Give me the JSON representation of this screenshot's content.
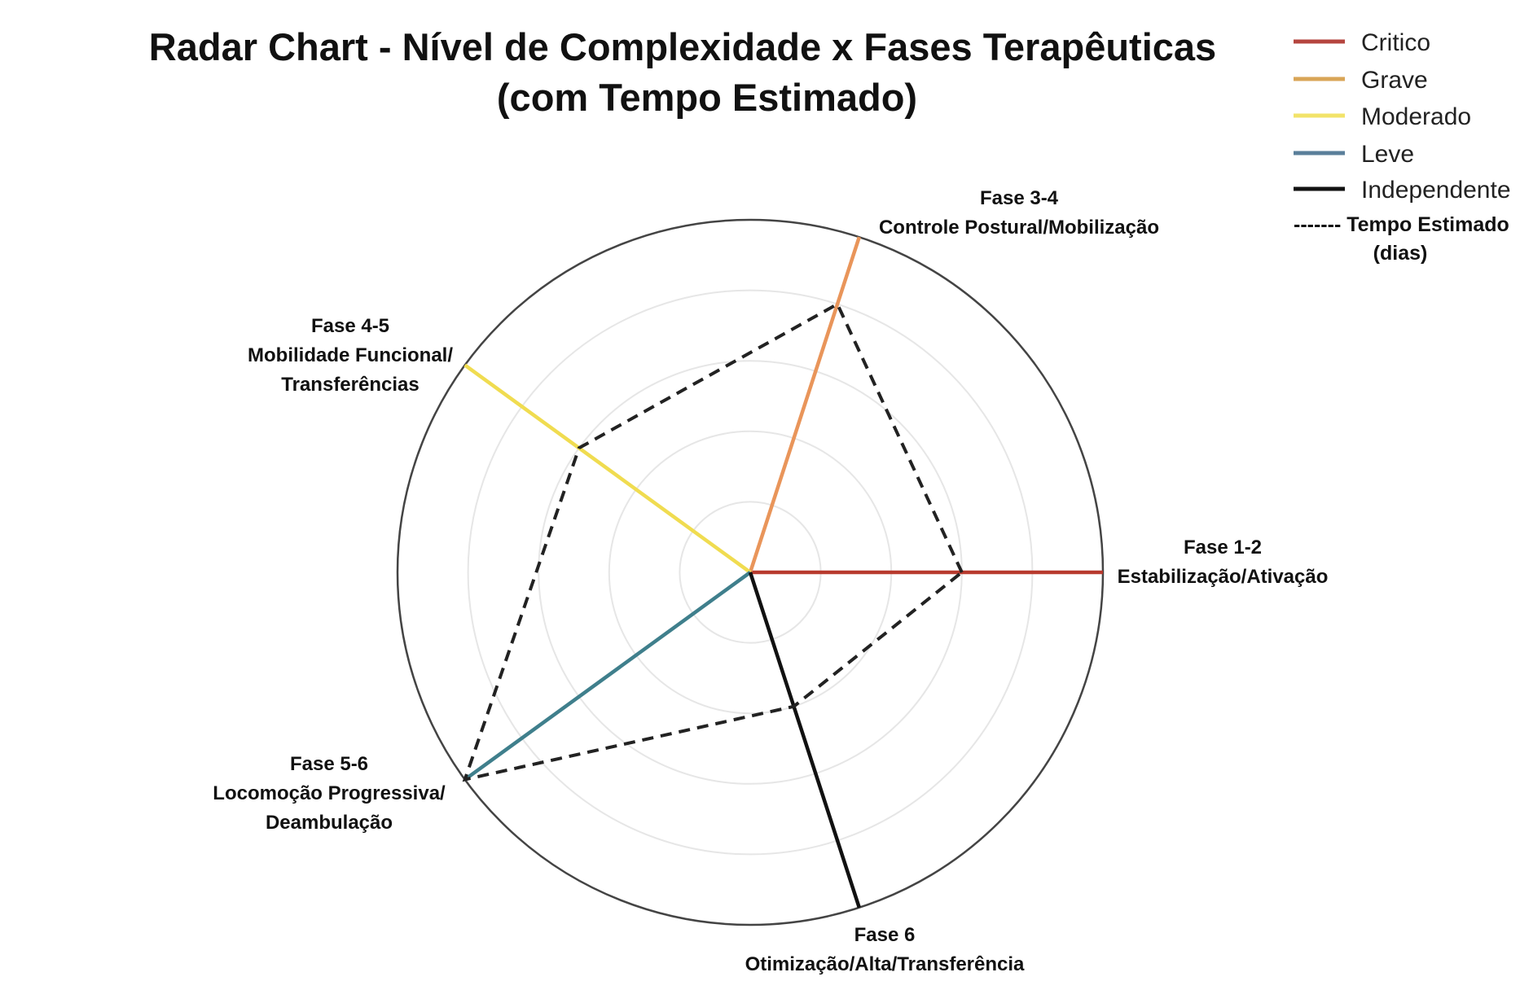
{
  "chart_data": {
    "type": "radar",
    "title": "Radar Chart - Nível de Complexidade x Fases Terapêuticas",
    "subtitle": "(com Tempo Estimado)",
    "axes": [
      {
        "lines": [
          "Fase 1-2",
          "Estabilização/Ativação"
        ],
        "angle_deg": 0,
        "level": "Critico"
      },
      {
        "lines": [
          "Fase 3-4",
          "Controle Postural/Mobilização"
        ],
        "angle_deg": 72,
        "level": "Grave"
      },
      {
        "lines": [
          "Fase 4-5",
          "Mobilidade Funcional/",
          "Transferências"
        ],
        "angle_deg": 144,
        "level": "Moderado"
      },
      {
        "lines": [
          "Fase 5-6",
          "Locomoção Progressiva/",
          "Deambulação"
        ],
        "angle_deg": 216,
        "level": "Leve"
      },
      {
        "lines": [
          "Fase 6",
          "Otimização/Alta/Transferência"
        ],
        "angle_deg": 288,
        "level": "Independente"
      }
    ],
    "rmax": 5,
    "grid_rings": [
      1,
      2,
      3,
      4,
      5
    ],
    "series": [
      {
        "name": "Critico",
        "color": "#b83a2e",
        "axis": 0,
        "value": 5
      },
      {
        "name": "Grave",
        "color": "#e9955a",
        "axis": 1,
        "value": 5
      },
      {
        "name": "Moderado",
        "color": "#f0dc50",
        "axis": 2,
        "value": 5
      },
      {
        "name": "Leve",
        "color": "#3f7f8c",
        "axis": 3,
        "value": 5
      },
      {
        "name": "Independente",
        "color": "#111111",
        "axis": 4,
        "value": 5
      }
    ],
    "tempo_estimado": {
      "name": "Tempo Estimado (dias)",
      "values": [
        3,
        4,
        3,
        5,
        2
      ]
    },
    "legend": {
      "placement": "top-right",
      "items": [
        {
          "label": "Critico",
          "color": "#b5453f"
        },
        {
          "label": "Grave",
          "color": "#d9a557"
        },
        {
          "label": "Moderado",
          "color": "#f2e36a"
        },
        {
          "label": "Leve",
          "color": "#5a7f9a"
        },
        {
          "label": "Independente",
          "color": "#111111"
        }
      ],
      "dashed_label": "------- Tempo Estimado",
      "dashed_label2": "(dias)"
    }
  }
}
